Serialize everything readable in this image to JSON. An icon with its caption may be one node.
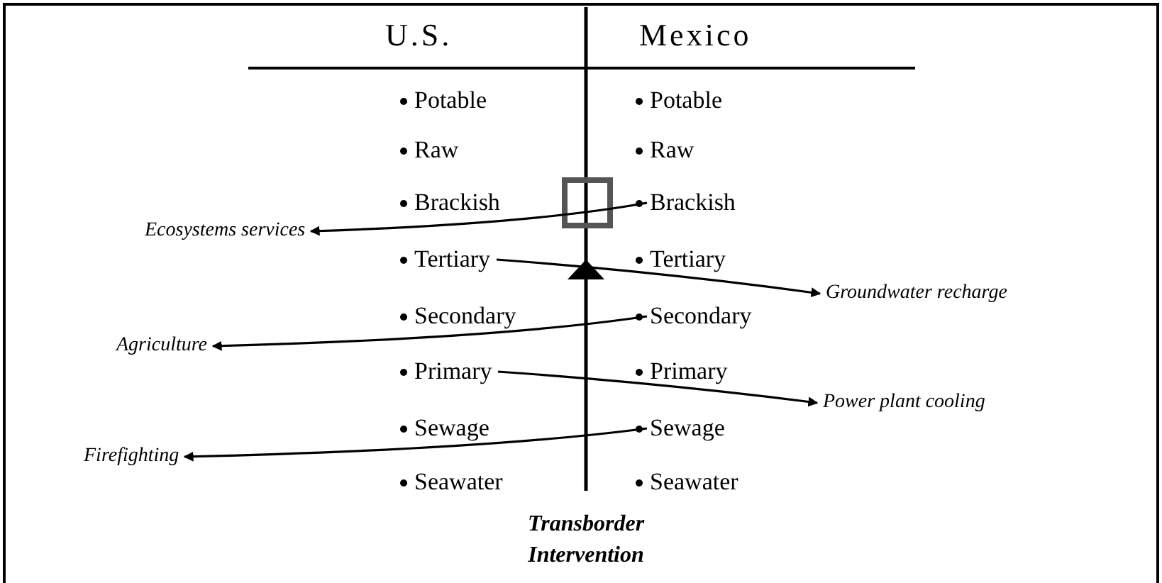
{
  "diagram": {
    "nodes": [
      {
        "text": [
          "Potable"
        ]
      },
      {
        "text": [
          "Potable"
        ]
      },
      {
        "text": [
          "Raw"
        ]
      },
      {
        "text": [
          "Raw"
        ]
      },
      {
        "text": [
          "Brackish"
        ]
      },
      {
        "text": [
          "Brackish"
        ]
      },
      {
        "text": [
          "Tertiary"
        ]
      },
      {
        "text": [
          "Tertiary"
        ]
      },
      {
        "text": [
          "Secondary"
        ]
      },
      {
        "text": [
          "Secondary"
        ]
      },
      {
        "text": [
          "Primary"
        ]
      },
      {
        "text": [
          "Primary"
        ]
      },
      {
        "text": [
          "Sewage"
        ]
      },
      {
        "text": [
          "Sewage"
        ]
      },
      {
        "text": [
          "Seawater"
        ]
      },
      {
        "text": [
          "Seawater"
        ]
      },
      {
        "text": [
          "Ecosystems services"
        ]
      },
      {
        "text": [
          "Groundwater recharge"
        ]
      },
      {
        "text": [
          "Agriculture"
        ]
      },
      {
        "text": [
          "Power plant cooling"
        ]
      },
      {
        "text": [
          "Firefighting"
        ]
      }
    ],
    "edges": [
      {
        "from": 5,
        "to": 16,
        "arrow": "to"
      },
      {
        "from": 6,
        "to": 17,
        "arrow": "to"
      },
      {
        "from": 9,
        "to": 18,
        "arrow": "to"
      },
      {
        "from": 10,
        "to": 19,
        "arrow": "to"
      },
      {
        "from": 13,
        "to": 20,
        "arrow": "to"
      }
    ],
    "labels": [
      "U.S.",
      "Mexico",
      "Transborder Intervention"
    ]
  }
}
